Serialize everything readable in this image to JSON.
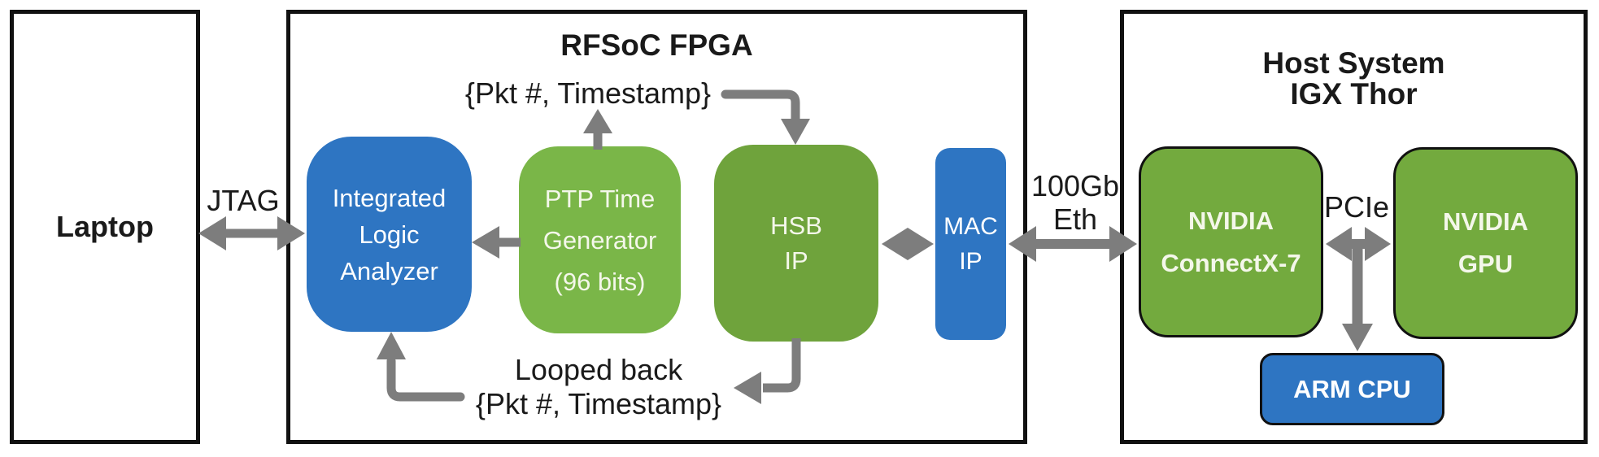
{
  "diagram": {
    "colors": {
      "blue": "#2e75c2",
      "green_light": "#7ab648",
      "green_mid": "#6fa33c",
      "green_host": "#73aa3e",
      "arrow_gray": "#7d7d7d",
      "outline": "#111111",
      "text_dark": "#1a1a1a",
      "text_light": "#ffffff"
    },
    "laptop": {
      "label": "Laptop"
    },
    "rfsoc": {
      "title": "RFSoC FPGA",
      "ila": {
        "line1": "Integrated",
        "line2": "Logic",
        "line3": "Analyzer"
      },
      "ptp": {
        "line1": "PTP Time",
        "line2": "Generator",
        "line3": "(96 bits)"
      },
      "hsb": {
        "line1": "HSB",
        "line2": "IP"
      },
      "mac": {
        "line1": "MAC",
        "line2": "IP"
      },
      "pkt_label_top": "{Pkt #, Timestamp}",
      "loopback_line1": "Looped back",
      "loopback_line2": "{Pkt #, Timestamp}"
    },
    "host": {
      "title_line1": "Host System",
      "title_line2": "IGX Thor",
      "connectx": {
        "line1": "NVIDIA",
        "line2": "ConnectX-7"
      },
      "gpu": {
        "line1": "NVIDIA",
        "line2": "GPU"
      },
      "arm": {
        "label": "ARM CPU"
      }
    },
    "links": {
      "jtag": "JTAG",
      "eth_line1": "100Gb",
      "eth_line2": "Eth",
      "pcie": "PCIe"
    }
  }
}
